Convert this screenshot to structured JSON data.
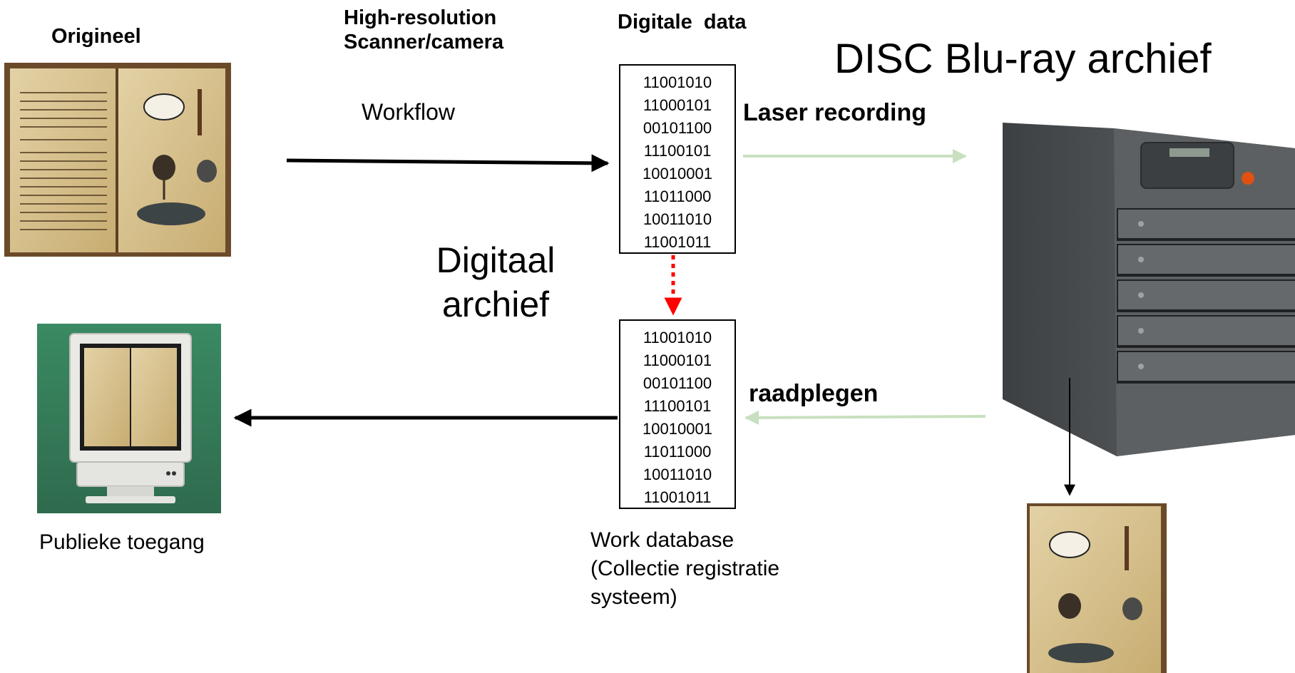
{
  "labels": {
    "origineel": "Origineel",
    "scanner_line1": "High-resolution",
    "scanner_line2": "Scanner/camera",
    "digitale_data": "Digitale  data",
    "title": "DISC Blu-ray archief",
    "workflow": "Workflow",
    "laser": "Laser recording",
    "digitaal_line1": "Digitaal",
    "digitaal_line2": "archief",
    "raadplegen": "raadplegen",
    "publieke": "Publieke toegang",
    "workdb_line1": "Work database",
    "workdb_line2": "(Collectie registratie",
    "workdb_line3": "systeem)"
  },
  "binary_top": [
    "11001010",
    "11000101",
    "00101100",
    "11100101",
    "10010001",
    "11011000",
    "10011010",
    "11001011"
  ],
  "binary_bottom": [
    "11001010",
    "11000101",
    "00101100",
    "11100101",
    "10010001",
    "11011000",
    "10011010",
    "11001011"
  ],
  "colors": {
    "arrow_main": "#000000",
    "arrow_light": "#c8e0bf",
    "arrow_dotted": "#ff0000",
    "monitor_bg": "#3b7e5f",
    "server_body": "#4a4d4f",
    "book_page": "#d8c392"
  },
  "icons": [
    "open-book-image",
    "computer-monitor-image",
    "bluray-server-image",
    "printed-page-image"
  ]
}
